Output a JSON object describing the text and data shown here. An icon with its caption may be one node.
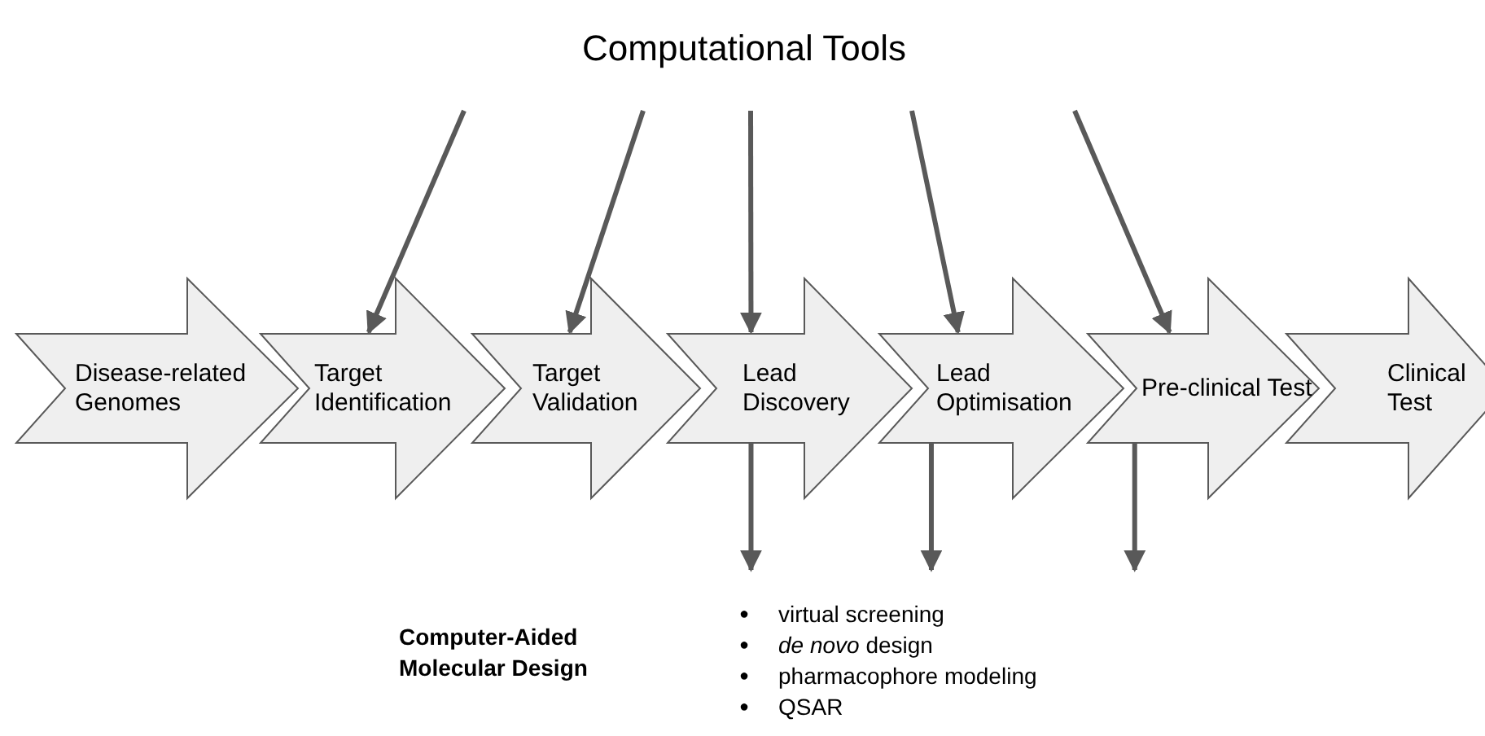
{
  "diagram": {
    "title": "Computational Tools",
    "nodes": [
      {
        "text": [
          "Disease-related Genomes"
        ]
      },
      {
        "text": [
          "Target Identification"
        ]
      },
      {
        "text": [
          "Target Validation"
        ]
      },
      {
        "text": [
          "Lead Discovery"
        ]
      },
      {
        "text": [
          "Lead Optimisation"
        ]
      },
      {
        "text": [
          "Pre-clinical Test"
        ]
      },
      {
        "text": [
          "Clinical Test"
        ]
      }
    ],
    "edges": [
      {
        "from": null,
        "to": 1,
        "arrow": "to"
      },
      {
        "from": null,
        "to": 2,
        "arrow": "to"
      },
      {
        "from": null,
        "to": 3,
        "arrow": "to"
      },
      {
        "from": null,
        "to": 4,
        "arrow": "to"
      },
      {
        "from": null,
        "to": 5,
        "arrow": "to"
      },
      {
        "from": 3,
        "to": null,
        "arrow": "to"
      },
      {
        "from": 4,
        "to": null,
        "arrow": "to"
      },
      {
        "from": 5,
        "to": null,
        "arrow": "to"
      }
    ],
    "labels": [
      "Computer-Aided Molecular Design",
      "●",
      "virtual screening",
      "●",
      "*de novo* design",
      "●",
      "pharmacophore modeling",
      "●",
      "QSAR"
    ]
  }
}
